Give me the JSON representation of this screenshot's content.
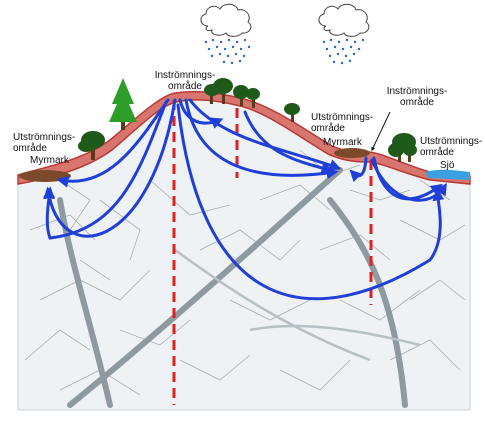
{
  "labels": {
    "inflow_left_1": "Inströmnings-",
    "inflow_left_2": "område",
    "inflow_right_1": "Inströmnings-",
    "inflow_right_2": "område",
    "outflow_left_1": "Utströmnings-",
    "outflow_left_2": "område",
    "outflow_mid_1": "Utströmnings-",
    "outflow_mid_2": "område",
    "outflow_right_1": "Utströmnings-",
    "outflow_right_2": "område",
    "bog_left": "Myrmark",
    "bog_mid": "Myrmark",
    "lake": "Sjö"
  },
  "colors": {
    "ground_fill": "#eef2f4",
    "soil_band": "#d9756f",
    "soil_dark": "#b83a36",
    "bog": "#7a4a2a",
    "lake": "#3aa0e0",
    "groundwater_flow": "#1f3fd8",
    "recharge_line": "#e02020",
    "fracture_zone": "#8e9aa0",
    "fracture_lines": "#9aa3a8",
    "tree_dark": "#1f5a1a",
    "tree_light": "#2e9e2a",
    "rain": "#2c5fd0",
    "cloud": "#ffffff"
  },
  "icons": [
    "cloud-icon",
    "rain-icon",
    "tree-icon",
    "spruce-icon"
  ]
}
